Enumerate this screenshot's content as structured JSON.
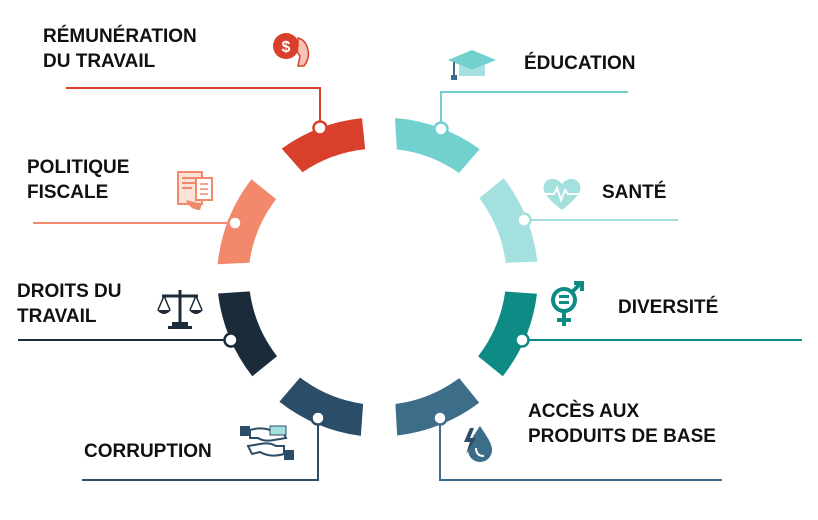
{
  "segments": [
    {
      "id": "remuneration",
      "lines": [
        "RÉMUNÉRATION",
        "DU TRAVAIL"
      ],
      "color": "#d9402b",
      "icon": "hand-dollar-icon"
    },
    {
      "id": "education",
      "lines": [
        "ÉDUCATION"
      ],
      "color": "#72d0cf",
      "icon": "graduation-cap-icon"
    },
    {
      "id": "sante",
      "lines": [
        "SANTÉ"
      ],
      "color": "#a4e0de",
      "icon": "heart-pulse-icon"
    },
    {
      "id": "diversite",
      "lines": [
        "DIVERSITÉ"
      ],
      "color": "#0f8b86",
      "icon": "gender-icon"
    },
    {
      "id": "acces",
      "lines": [
        "ACCÈS AUX",
        "PRODUITS DE BASE"
      ],
      "color": "#3c6d89",
      "icon": "energy-water-icon"
    },
    {
      "id": "corruption",
      "lines": [
        "CORRUPTION"
      ],
      "color": "#2b4d68",
      "icon": "bribe-hands-icon"
    },
    {
      "id": "droits",
      "lines": [
        "DROITS DU",
        "TRAVAIL"
      ],
      "color": "#1c2b3a",
      "icon": "scales-icon"
    },
    {
      "id": "fiscale",
      "lines": [
        "POLITIQUE",
        "FISCALE"
      ],
      "color": "#f2896c",
      "icon": "tax-document-icon"
    }
  ]
}
